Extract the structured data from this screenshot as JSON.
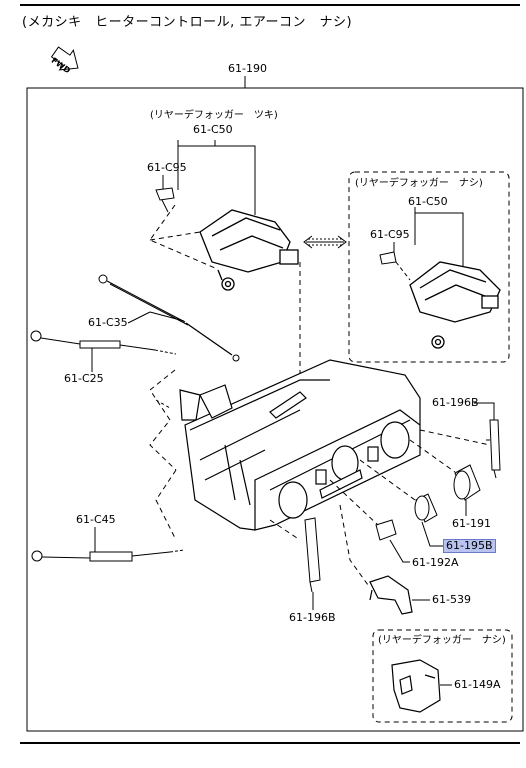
{
  "header": {
    "title": "(メカシキ　ヒーターコントロール, エアーコン　ナシ)"
  },
  "fwd_label": "FWD",
  "labels": {
    "p61_190": "61-190",
    "rear_defogger_yes": "(リヤーデフォッガー　ツキ)",
    "p61_c50_a": "61-C50",
    "p61_c95_a": "61-C95",
    "rear_defogger_no_1": "(リヤーデフォッガー　ナシ)",
    "p61_c50_b": "61-C50",
    "p61_c95_b": "61-C95",
    "p61_c35": "61-C35",
    "p61_c25": "61-C25",
    "p61_196b_a": "61-196B",
    "p61_191": "61-191",
    "p61_195b": "61-195B",
    "p61_192a": "61-192A",
    "p61_c45": "61-C45",
    "p61_539": "61-539",
    "p61_196b_b": "61-196B",
    "rear_defogger_no_2": "(リヤーデフォッガー　ナシ)",
    "p61_149a": "61-149A"
  }
}
